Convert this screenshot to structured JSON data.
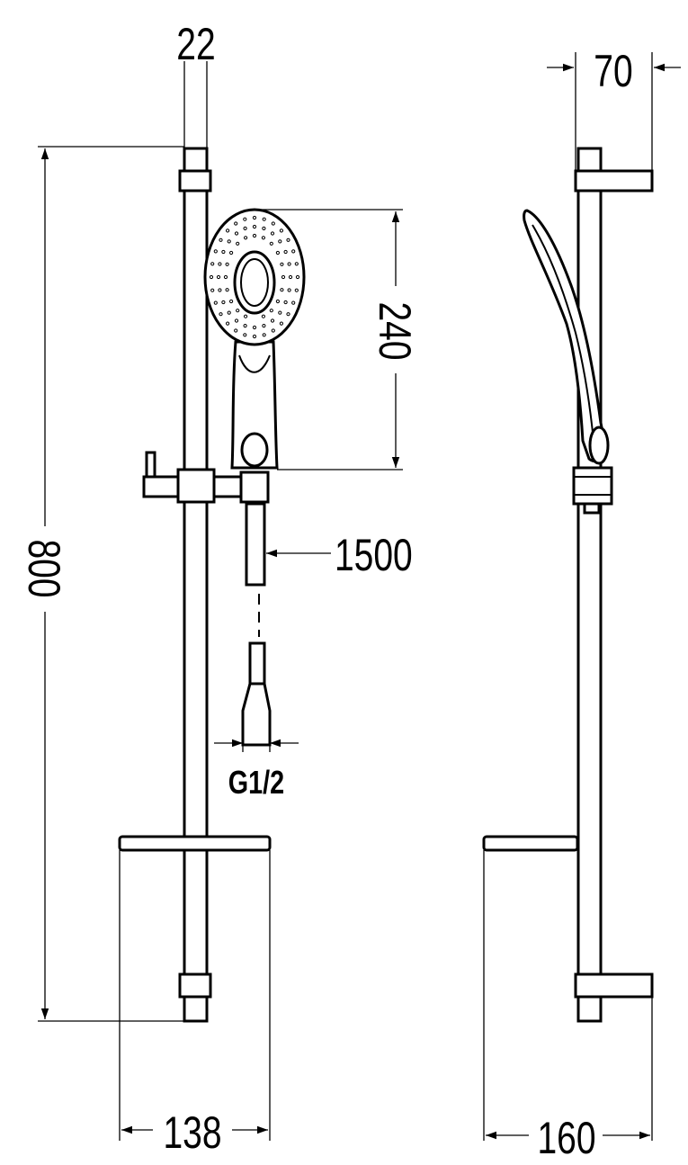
{
  "drawing": {
    "dimensions": {
      "rail_diameter": "22",
      "rail_length": "800",
      "head_height": "240",
      "hose_length": "1500",
      "connection": "G1/2",
      "dish_width_front": "138",
      "bracket_depth": "70",
      "dish_depth_side": "160"
    }
  }
}
